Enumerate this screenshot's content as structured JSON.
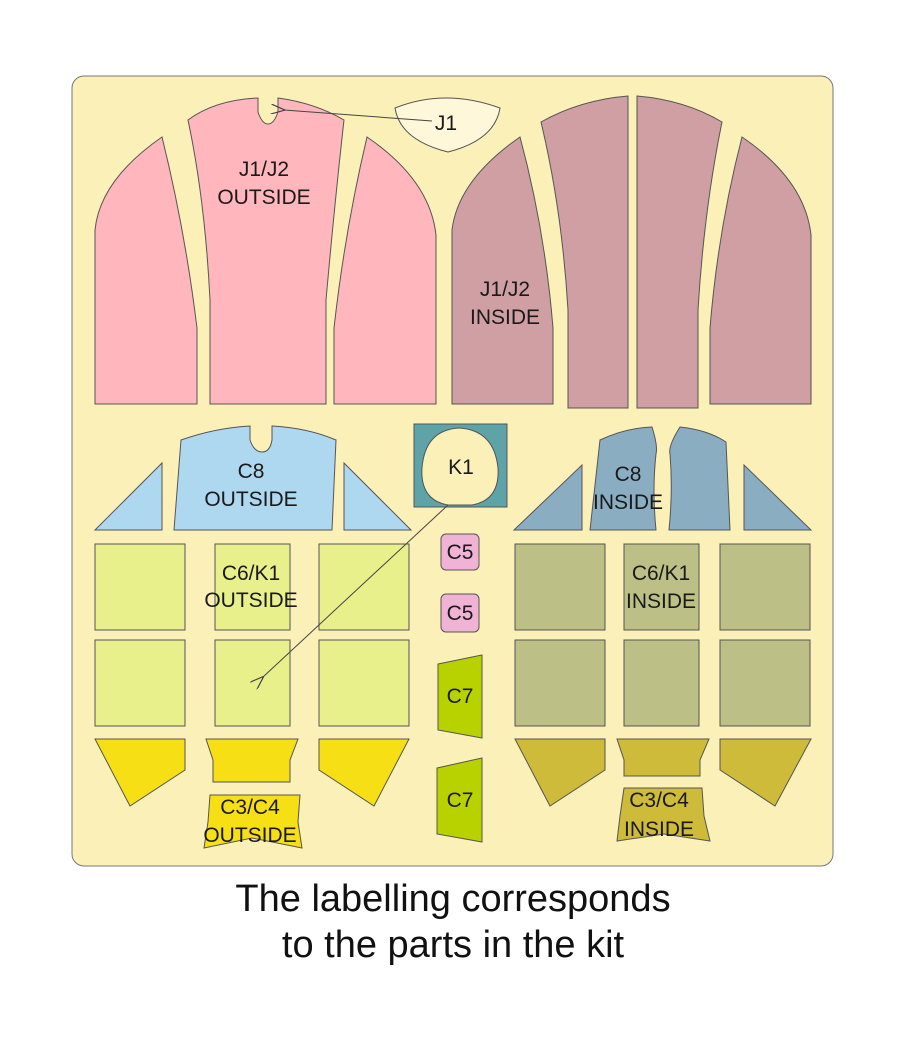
{
  "colors": {
    "sheet": "#fbf0b8",
    "j_outside": "#ffb6bc",
    "j_inside": "#cf9fa3",
    "j1": "#fef7d9",
    "c8_outside": "#aed7f0",
    "c8_inside": "#8aadc2",
    "k1_frame": "#5da3a7",
    "c6_outside": "#e8f08c",
    "c6_inside": "#bcc086",
    "c5": "#f0b2d5",
    "c7": "#b8d200",
    "c3_outside": "#f6df14",
    "c3_inside": "#cdbb39"
  },
  "labels": {
    "j1": "J1",
    "j1j2_outside_line1": "J1/J2",
    "j1j2_outside_line2": "OUTSIDE",
    "j1j2_inside_line1": "J1/J2",
    "j1j2_inside_line2": "INSIDE",
    "k1": "K1",
    "c8_outside_line1": "C8",
    "c8_outside_line2": "OUTSIDE",
    "c8_inside_line1": "C8",
    "c8_inside_line2": "INSIDE",
    "c5_top": "C5",
    "c5_bottom": "C5",
    "c6k1_outside_line1": "C6/K1",
    "c6k1_outside_line2": "OUTSIDE",
    "c6k1_inside_line1": "C6/K1",
    "c6k1_inside_line2": "INSIDE",
    "c7_top": "C7",
    "c7_bottom": "C7",
    "c3c4_outside_line1": "C3/C4",
    "c3c4_outside_line2": "OUTSIDE",
    "c3c4_inside_line1": "C3/C4",
    "c3c4_inside_line2": "INSIDE"
  },
  "caption": {
    "line1": "The labelling corresponds",
    "line2": "to the parts in the kit"
  }
}
